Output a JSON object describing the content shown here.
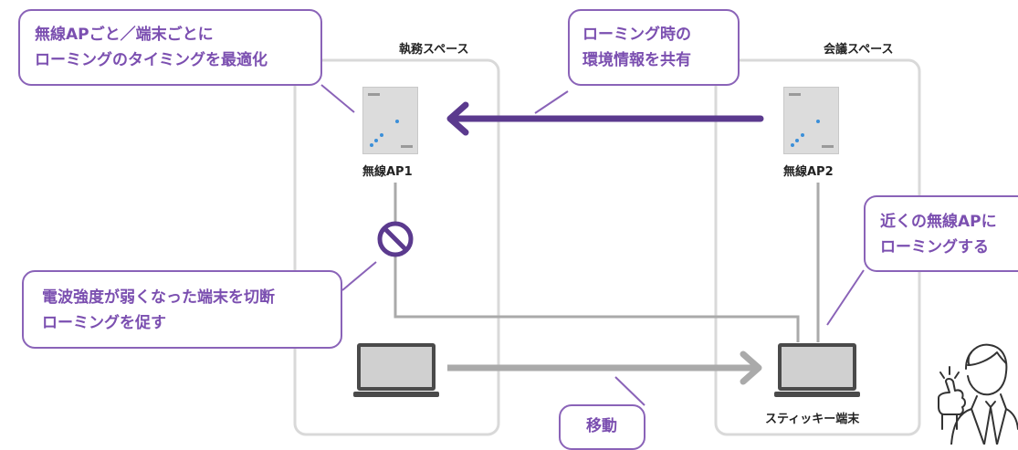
{
  "zones": {
    "left_title": "執務スペース",
    "right_title": "会議スペース"
  },
  "access_points": {
    "ap1_label": "無線AP1",
    "ap2_label": "無線AP2"
  },
  "device_label": "スティッキー端末",
  "callouts": {
    "optimize": [
      "無線APごと／端末ごとに",
      "ローミングのタイミングを最適化"
    ],
    "share": [
      "ローミング時の",
      "環境情報を共有"
    ],
    "disconnect": [
      "電波強度が弱くなった端末を切断",
      "ローミングを促す"
    ],
    "nearby": [
      "近くの無線APに",
      "ローミングする"
    ],
    "move": "移動"
  },
  "colors": {
    "accent": "#5b3a8e",
    "callout_border": "#8a63b8",
    "callout_text": "#7b4fb0",
    "line_gray": "#aaaaaa",
    "zone_border": "#d9d9d9"
  },
  "icons": [
    "prohibited-icon",
    "arrow-left-icon",
    "arrow-right-icon",
    "laptop-icon",
    "access-point-icon",
    "person-thumbs-up-icon"
  ]
}
